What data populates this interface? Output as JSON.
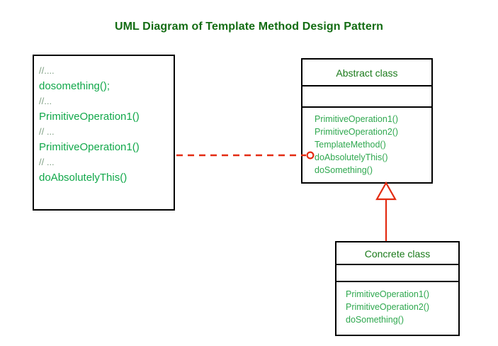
{
  "title": "UML Diagram of Template Method Design Pattern",
  "colors": {
    "title_green": "#136c13",
    "note_green": "#11a84a",
    "comment_gray_green": "#7e9e82",
    "class_name_green": "#1a7a1a",
    "member_green": "#2fa84f",
    "connector_red": "#e32b11",
    "border_black": "#000000",
    "background": "#ffffff"
  },
  "note": {
    "lines": [
      {
        "text": "//....",
        "kind": "comment"
      },
      {
        "text": "dosomething();",
        "kind": "code"
      },
      {
        "text": "//...",
        "kind": "comment"
      },
      {
        "text": "PrimitiveOperation1()",
        "kind": "code"
      },
      {
        "text": "// ...",
        "kind": "comment"
      },
      {
        "text": "PrimitiveOperation1()",
        "kind": "code"
      },
      {
        "text": "// ...",
        "kind": "comment"
      },
      {
        "text": "doAbsolutelyThis()",
        "kind": "code"
      }
    ]
  },
  "abstract_class": {
    "name": "Abstract class",
    "attributes": [],
    "methods": [
      "PrimitiveOperation1()",
      "PrimitiveOperation2()",
      "TemplateMethod()",
      "doAbsolutelyThis()",
      "doSomething()"
    ]
  },
  "concrete_class": {
    "name": "Concrete class",
    "attributes": [],
    "methods": [
      "PrimitiveOperation1()",
      "PrimitiveOperation2()",
      "doSomething()"
    ]
  },
  "connectors": {
    "note_link": {
      "style": "dashed",
      "color": "#e32b11",
      "endpoint_marker": "circle"
    },
    "generalization": {
      "style": "solid",
      "color": "#e32b11",
      "endpoint_marker": "hollow-triangle",
      "from": "Concrete class",
      "to": "Abstract class"
    }
  }
}
